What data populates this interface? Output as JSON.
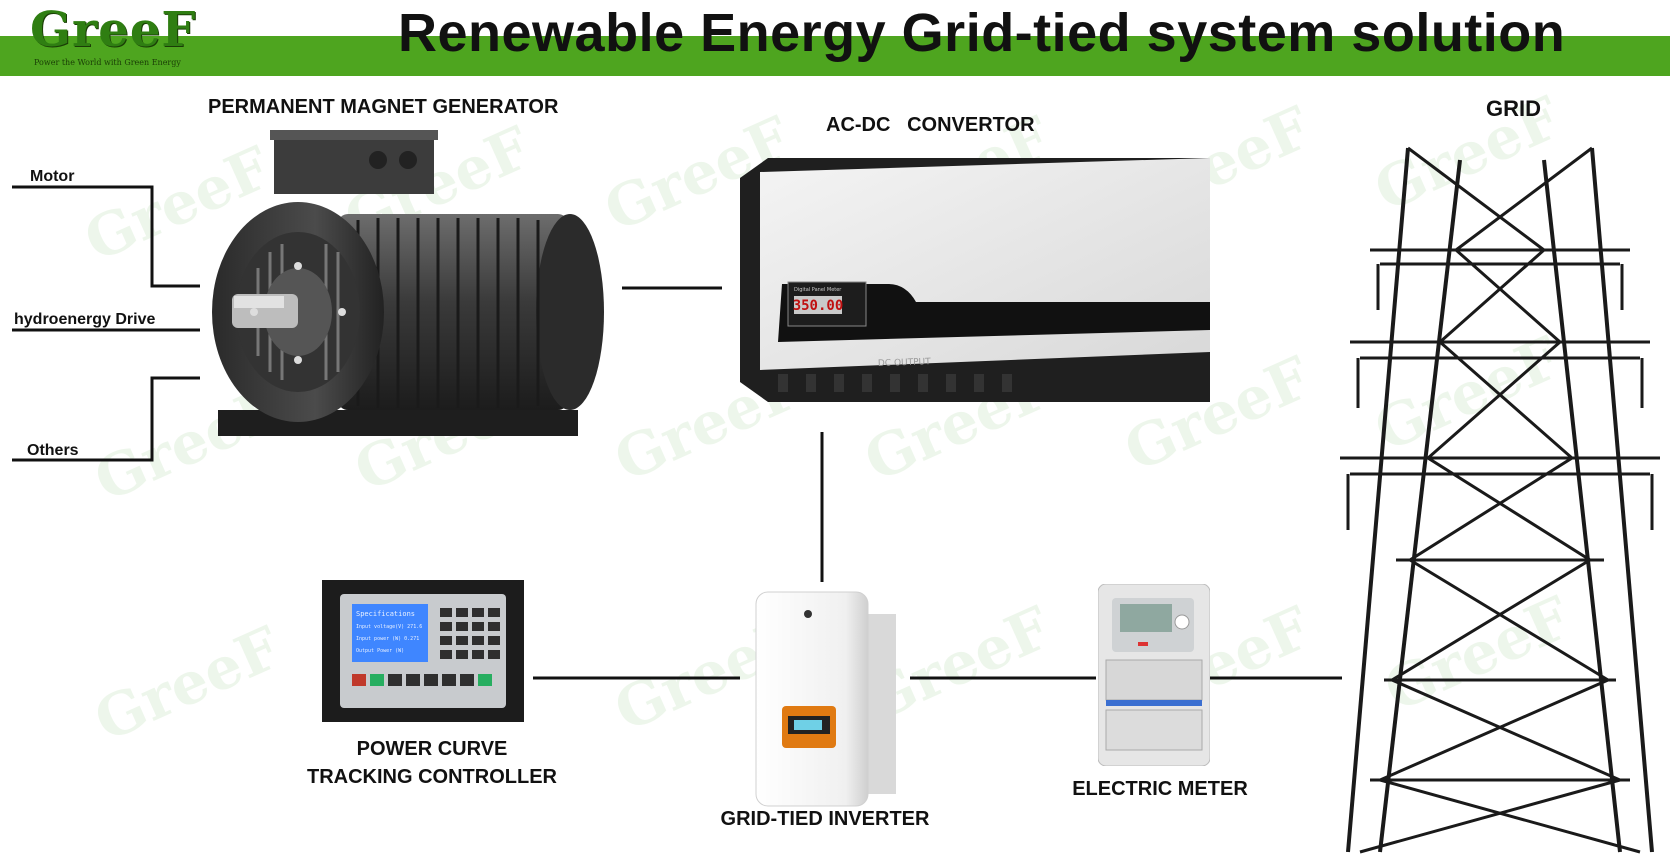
{
  "header": {
    "logo_text": "GreeF",
    "tagline": "Power the World with Green Energy",
    "title": "Renewable Energy Grid-tied system solution"
  },
  "inputs": {
    "items": [
      {
        "label": "Motor"
      },
      {
        "label": "hydroenergy Drive"
      },
      {
        "label": "Others"
      }
    ]
  },
  "components": {
    "generator": {
      "label": "PERMANENT MAGNET GENERATOR"
    },
    "convertor": {
      "label": "AC-DC   CONVERTOR",
      "meter_reading": "350.00",
      "meter_caption": "Digital Panel Meter",
      "output_label": "DC OUTPUT"
    },
    "grid": {
      "label": "GRID"
    },
    "controller": {
      "label_line1": "POWER CURVE",
      "label_line2": "TRACKING CONTROLLER",
      "screen_lines": [
        "Specifications",
        "Input voltage(V)    271.6",
        "Input power  (W)    0.271",
        "Output Power  (W)"
      ]
    },
    "inverter": {
      "label": "GRID-TIED INVERTER"
    },
    "meter": {
      "label": "ELECTRIC METER"
    }
  },
  "colors": {
    "brand_green": "#4ea51f",
    "logo_green": "#2f7e12",
    "line": "#111111"
  }
}
